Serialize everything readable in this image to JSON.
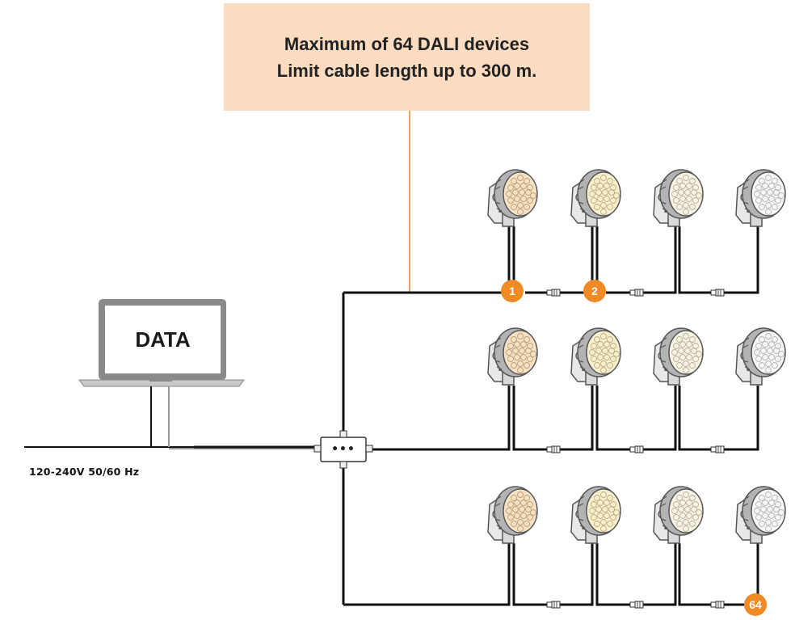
{
  "callout": {
    "line1": "Maximum of 64 DALI devices",
    "line2": "Limit cable length up to 300 m."
  },
  "power_label": "120-240V  50/60 Hz",
  "laptop_label": "DATA",
  "hub_label": "•••",
  "badges": {
    "first": "1",
    "second": "2",
    "last": "64"
  },
  "colors": {
    "callout_bg": "#fbdcc1",
    "callout_line": "#f0a05a",
    "badge": "#f08a24",
    "wire": "#111111",
    "lamp_body": "#9a9a9a",
    "lamp_tints": [
      "#f3c88a",
      "#f6e19a",
      "#f3e9c6",
      "#eeeeee"
    ]
  },
  "icons": {
    "computer": "laptop-icon",
    "hub": "dali-splitter-icon",
    "fixture": "floodlight-icon",
    "connector": "cable-connector-icon"
  },
  "fixture_rows": 3,
  "fixtures_per_row": 4
}
